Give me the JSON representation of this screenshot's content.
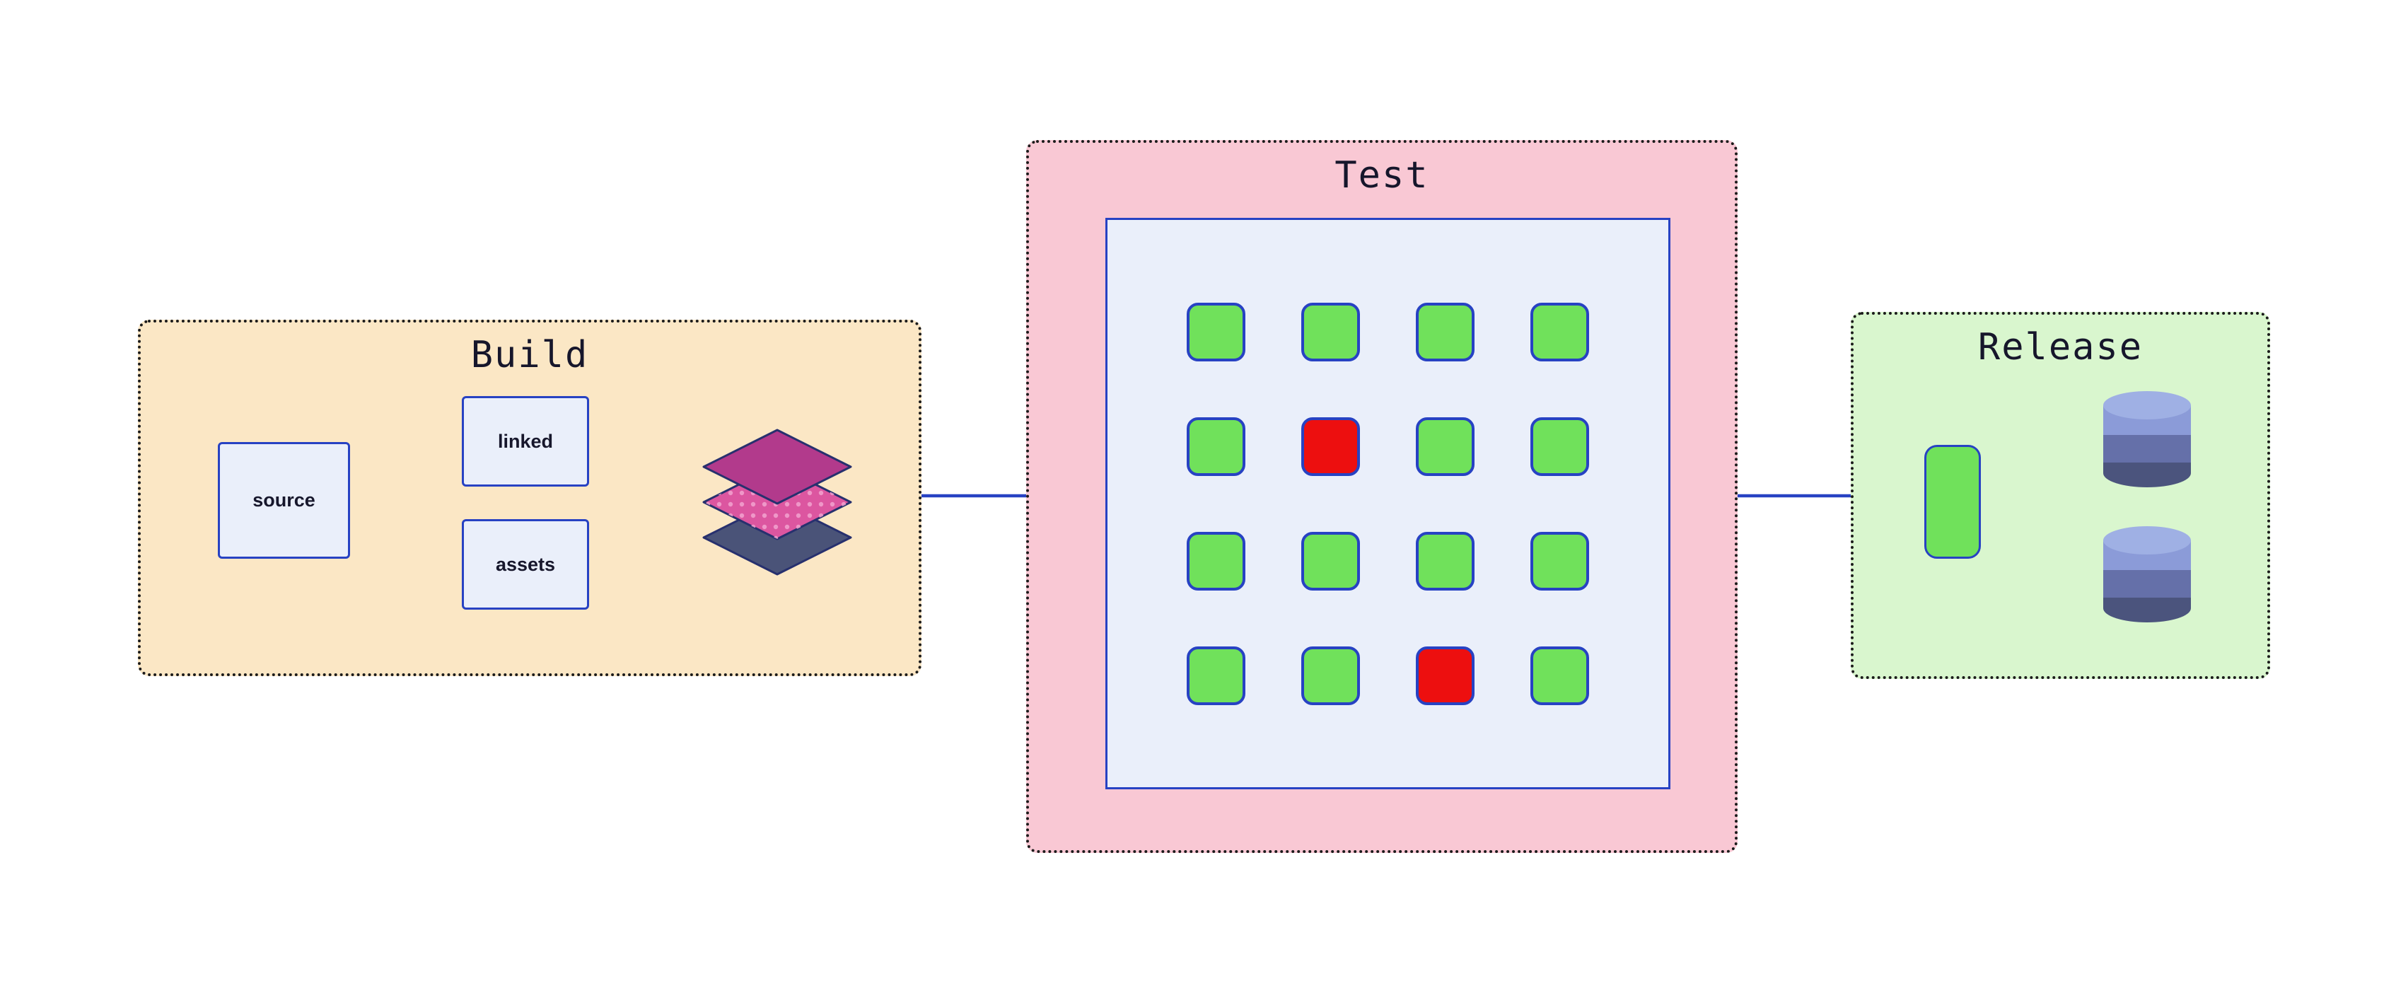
{
  "stages": {
    "build": {
      "title": "Build",
      "nodes": {
        "source": "source",
        "linked": "linked",
        "assets": "assets"
      }
    },
    "test": {
      "title": "Test",
      "grid": [
        "pass",
        "pass",
        "pass",
        "pass",
        "pass",
        "fail",
        "pass",
        "pass",
        "pass",
        "pass",
        "pass",
        "pass",
        "pass",
        "pass",
        "fail",
        "pass"
      ]
    },
    "release": {
      "title": "Release"
    }
  },
  "icons": {
    "build_output": "layers-icon",
    "release_artifact": "artifact-icon",
    "release_targets": [
      "database-icon",
      "database-icon"
    ]
  },
  "colors": {
    "title": "#16162b",
    "arrow": "#2742c3",
    "build-bg": "#fbe7c5",
    "test-bg": "#f9c8d4",
    "release-bg": "#d9f6ce",
    "panel-bg": "#eaeffa",
    "node-border": "#2742c3",
    "pass": "#70e15b",
    "fail": "#ed0f0f",
    "layer-top": "#b23a8c",
    "layer-mid": "#dc56a0",
    "layer-dot": "#f2a3cf",
    "layer-bottom": "#4a5378",
    "layer-stroke": "#27306e",
    "cyl-top": "#9fb0e4",
    "cyl-1": "#8b9bd8",
    "cyl-2": "#6570a9",
    "cyl-3": "#4b547d"
  }
}
